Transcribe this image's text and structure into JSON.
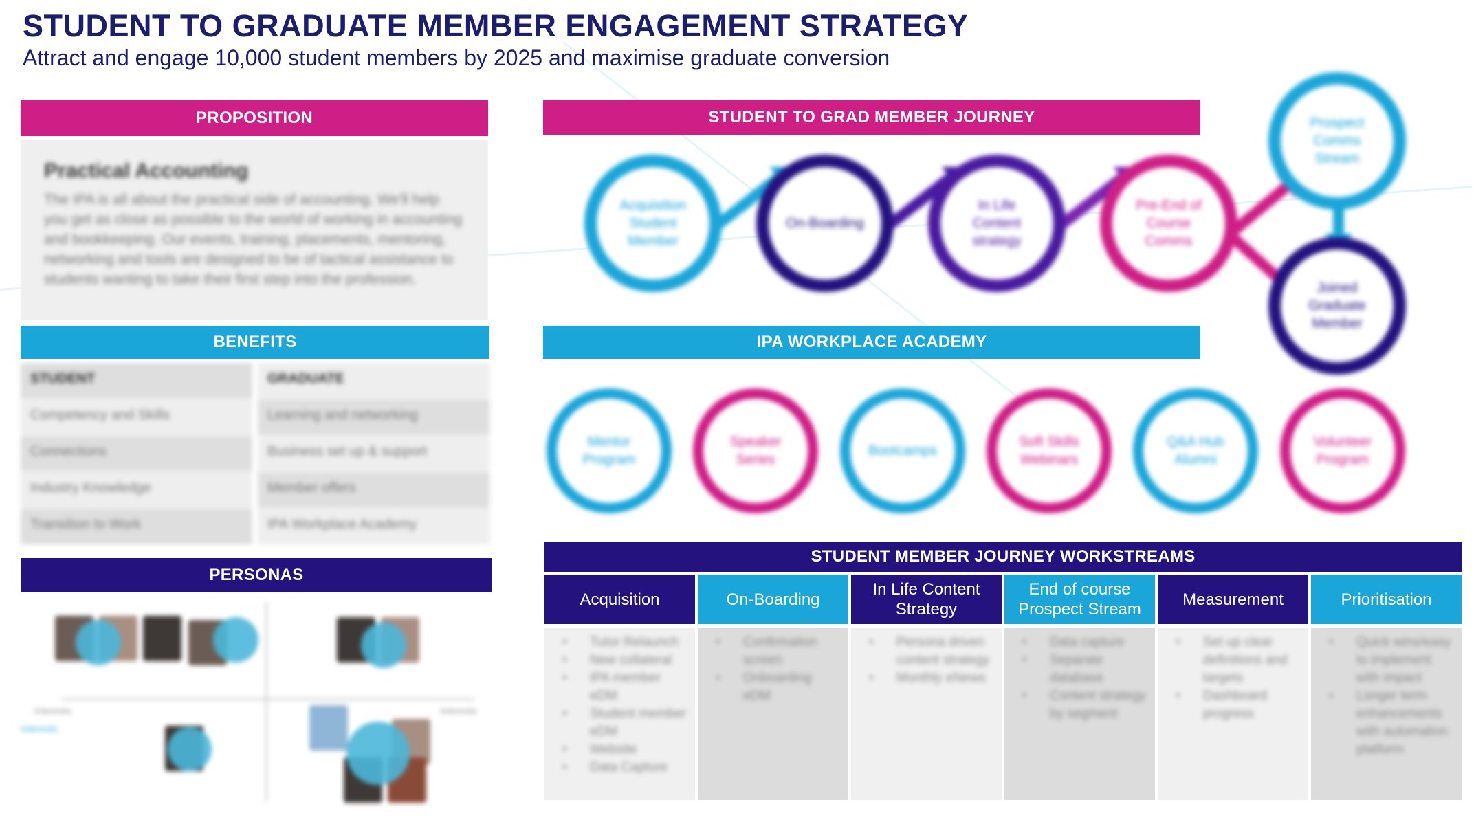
{
  "title": "STUDENT TO GRADUATE MEMBER ENGAGEMENT STRATEGY",
  "subtitle": "Attract and engage 10,000 student members by 2025 and maximise graduate conversion",
  "colors": {
    "magenta": "#cf1f87",
    "cyan": "#1ba6d9",
    "navy": "#24137f",
    "purple": "#4a1ba0",
    "violet": "#7a25b0",
    "title": "#1b1d6e"
  },
  "proposition": {
    "header": "PROPOSITION",
    "heading": "Practical Accounting",
    "text": "The IPA is all about the practical side of accounting. We'll help you get as close as possible to the world of working in accounting and bookkeeping. Our events, training, placements, mentoring, networking and tools are designed to be of tactical assistance to students wanting to take their first step into the profession."
  },
  "benefits": {
    "header": "BENEFITS",
    "col_student": "STUDENT",
    "col_graduate": "GRADUATE",
    "rows": [
      {
        "student": "Competency and Skills",
        "graduate": "Learning and networking"
      },
      {
        "student": "Connections",
        "graduate": "Business set up & support"
      },
      {
        "student": "Industry Knowledge",
        "graduate": "Member offers"
      },
      {
        "student": "Transition to Work",
        "graduate": "IPA Workplace Academy"
      }
    ]
  },
  "personas": {
    "header": "PERSONAS",
    "axis_left": "Interests",
    "axis_right": "Interests",
    "axis_left_sub": "Interests"
  },
  "journey": {
    "header": "STUDENT TO GRAD MEMBER JOURNEY",
    "stages": [
      {
        "label": "Acquisition Student Member",
        "color": "#1ba6d9"
      },
      {
        "label": "On-Boarding",
        "color": "#24137f"
      },
      {
        "label": "In Life Content strategy",
        "color": "#4a1ba0"
      },
      {
        "label": "Pre-End of Course Comms",
        "color": "#cf1f87"
      },
      {
        "label": "Prospect Comms Stream",
        "color": "#1ba6d9"
      },
      {
        "label": "Joined Graduate Member",
        "color": "#24137f"
      }
    ]
  },
  "academy": {
    "header": "IPA WORKPLACE ACADEMY",
    "items": [
      {
        "label": "Mentor Program",
        "color": "#1ba6d9"
      },
      {
        "label": "Speaker Series",
        "color": "#cf1f87"
      },
      {
        "label": "Bootcamps",
        "color": "#1ba6d9"
      },
      {
        "label": "Soft Skills Webinars",
        "color": "#cf1f87"
      },
      {
        "label": "Q&A Hub Alumni",
        "color": "#1ba6d9"
      },
      {
        "label": "Volunteer Program",
        "color": "#cf1f87"
      }
    ]
  },
  "workstreams": {
    "header": "STUDENT MEMBER JOURNEY WORKSTREAMS",
    "columns": [
      {
        "title": "Acquisition",
        "items": [
          "Tutor Relaunch",
          "New collateral",
          "IPA member eDM",
          "Student member eDM",
          "Website",
          "Data Capture"
        ]
      },
      {
        "title": "On-Boarding",
        "items": [
          "Confirmation screen",
          "Onboarding eDM"
        ]
      },
      {
        "title": "In Life Content Strategy",
        "items": [
          "Persona driven content strategy",
          "Monthly eNews"
        ]
      },
      {
        "title": "End of course Prospect Stream",
        "items": [
          "Data capture",
          "Separate database",
          "Content strategy by segment"
        ]
      },
      {
        "title": "Measurement",
        "items": [
          "Set up clear definitions and targets",
          "Dashboard progress"
        ]
      },
      {
        "title": "Prioritisation",
        "items": [
          "Quick wins/easy to implement with impact",
          "Longer term enhancements with automation platform"
        ]
      }
    ]
  }
}
